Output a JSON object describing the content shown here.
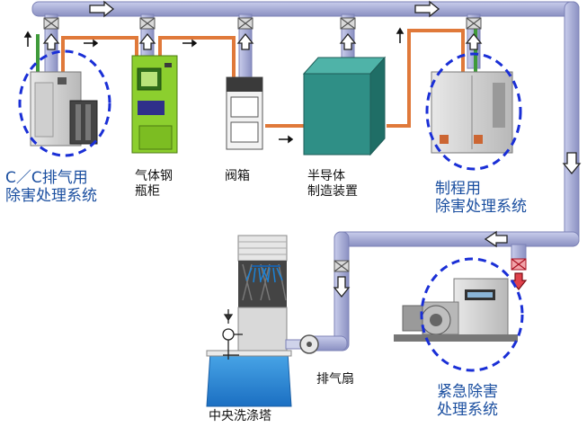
{
  "labels": {
    "cc_system": "C／C排气用\n除害处理系统",
    "gas_cabinet": "气体钢\n瓶柜",
    "valve_box": "阀箱",
    "semiconductor": "半导体\n制造装置",
    "process_system": "制程用\n除害处理系统",
    "scrubber": "中央洗涤塔",
    "fan": "排气扇",
    "emergency_system": "紧急除害\n处理系统"
  },
  "colors": {
    "duct": "#a9aed6",
    "duct_edge": "#7c82b6",
    "pipe": "#e0793a",
    "dashed_circle": "#1a2fd6",
    "label_blue": "#1b4fa0",
    "cabinet_green": "#8ccf2e",
    "semiconductor_teal": "#2f8f86",
    "emergency_valve": "#e0414b"
  },
  "icons": [
    "flow-arrow-icon",
    "damper-valve-icon",
    "fan-icon",
    "spray-nozzle-icon"
  ]
}
